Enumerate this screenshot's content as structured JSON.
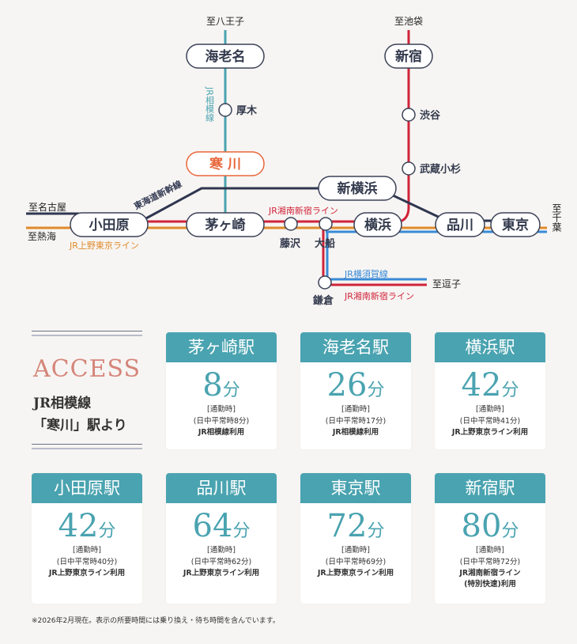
{
  "colors": {
    "teal": "#4aa3b0",
    "red": "#d0243a",
    "orange": "#e08a2a",
    "blue": "#3a8ad6",
    "navy": "#2f3650",
    "accent": "#e8663a"
  },
  "map": {
    "to_hachioji": "至八王子",
    "to_ikebukuro": "至池袋",
    "to_nagoya": "至名古屋",
    "to_atami": "至熱海",
    "to_chiba": "至千葉",
    "to_zushi": "至逗子",
    "stations": {
      "ebina": "海老名",
      "atsugi": "厚木",
      "samukawa": "寒 川",
      "chigasaki": "茅ヶ崎",
      "odawara": "小田原",
      "fujisawa": "藤沢",
      "ofuna": "大船",
      "kamakura": "鎌倉",
      "shinyokohama": "新横浜",
      "yokohama": "横浜",
      "shinagawa": "品川",
      "tokyo": "東京",
      "shinjuku": "新宿",
      "shibuya": "渋谷",
      "musashikosugi": "武蔵小杉"
    },
    "lines": {
      "sagami": "JR相模線",
      "tokaido_shinkansen": "東海道新幹線",
      "shonan_shinjuku": "JR湘南新宿ライン",
      "ueno_tokyo": "JR上野東京ライン",
      "yokosuka": "JR横須賀線",
      "shonan_shinjuku2": "JR湘南新宿ライン"
    }
  },
  "access": {
    "title": "ACCESS",
    "sub1": "JR相模線",
    "sub2": "「寒川」駅より"
  },
  "cards": [
    {
      "station": "茅ヶ崎駅",
      "minutes": "8",
      "unit": "分",
      "label": "[通勤時]",
      "daytime": "(日中平常時8分)",
      "route": "JR相模線利用"
    },
    {
      "station": "海老名駅",
      "minutes": "26",
      "unit": "分",
      "label": "[通勤時]",
      "daytime": "(日中平常時17分)",
      "route": "JR相模線利用"
    },
    {
      "station": "横浜駅",
      "minutes": "42",
      "unit": "分",
      "label": "[通勤時]",
      "daytime": "(日中平常時41分)",
      "route": "JR上野東京ライン利用"
    },
    {
      "station": "小田原駅",
      "minutes": "42",
      "unit": "分",
      "label": "[通勤時]",
      "daytime": "(日中平常時40分)",
      "route": "JR上野東京ライン利用"
    },
    {
      "station": "品川駅",
      "minutes": "64",
      "unit": "分",
      "label": "[通勤時]",
      "daytime": "(日中平常時62分)",
      "route": "JR上野東京ライン利用"
    },
    {
      "station": "東京駅",
      "minutes": "72",
      "unit": "分",
      "label": "[通勤時]",
      "daytime": "(日中平常時69分)",
      "route": "JR上野東京ライン利用"
    },
    {
      "station": "新宿駅",
      "minutes": "80",
      "unit": "分",
      "label": "[通勤時]",
      "daytime": "(日中平常時72分)",
      "route": "JR湘南新宿ライン",
      "route2": "(特別快速)利用"
    }
  ],
  "note": "※2026年2月現在。表示の所要時間には乗り換え・待ち時間を含んでいます。"
}
